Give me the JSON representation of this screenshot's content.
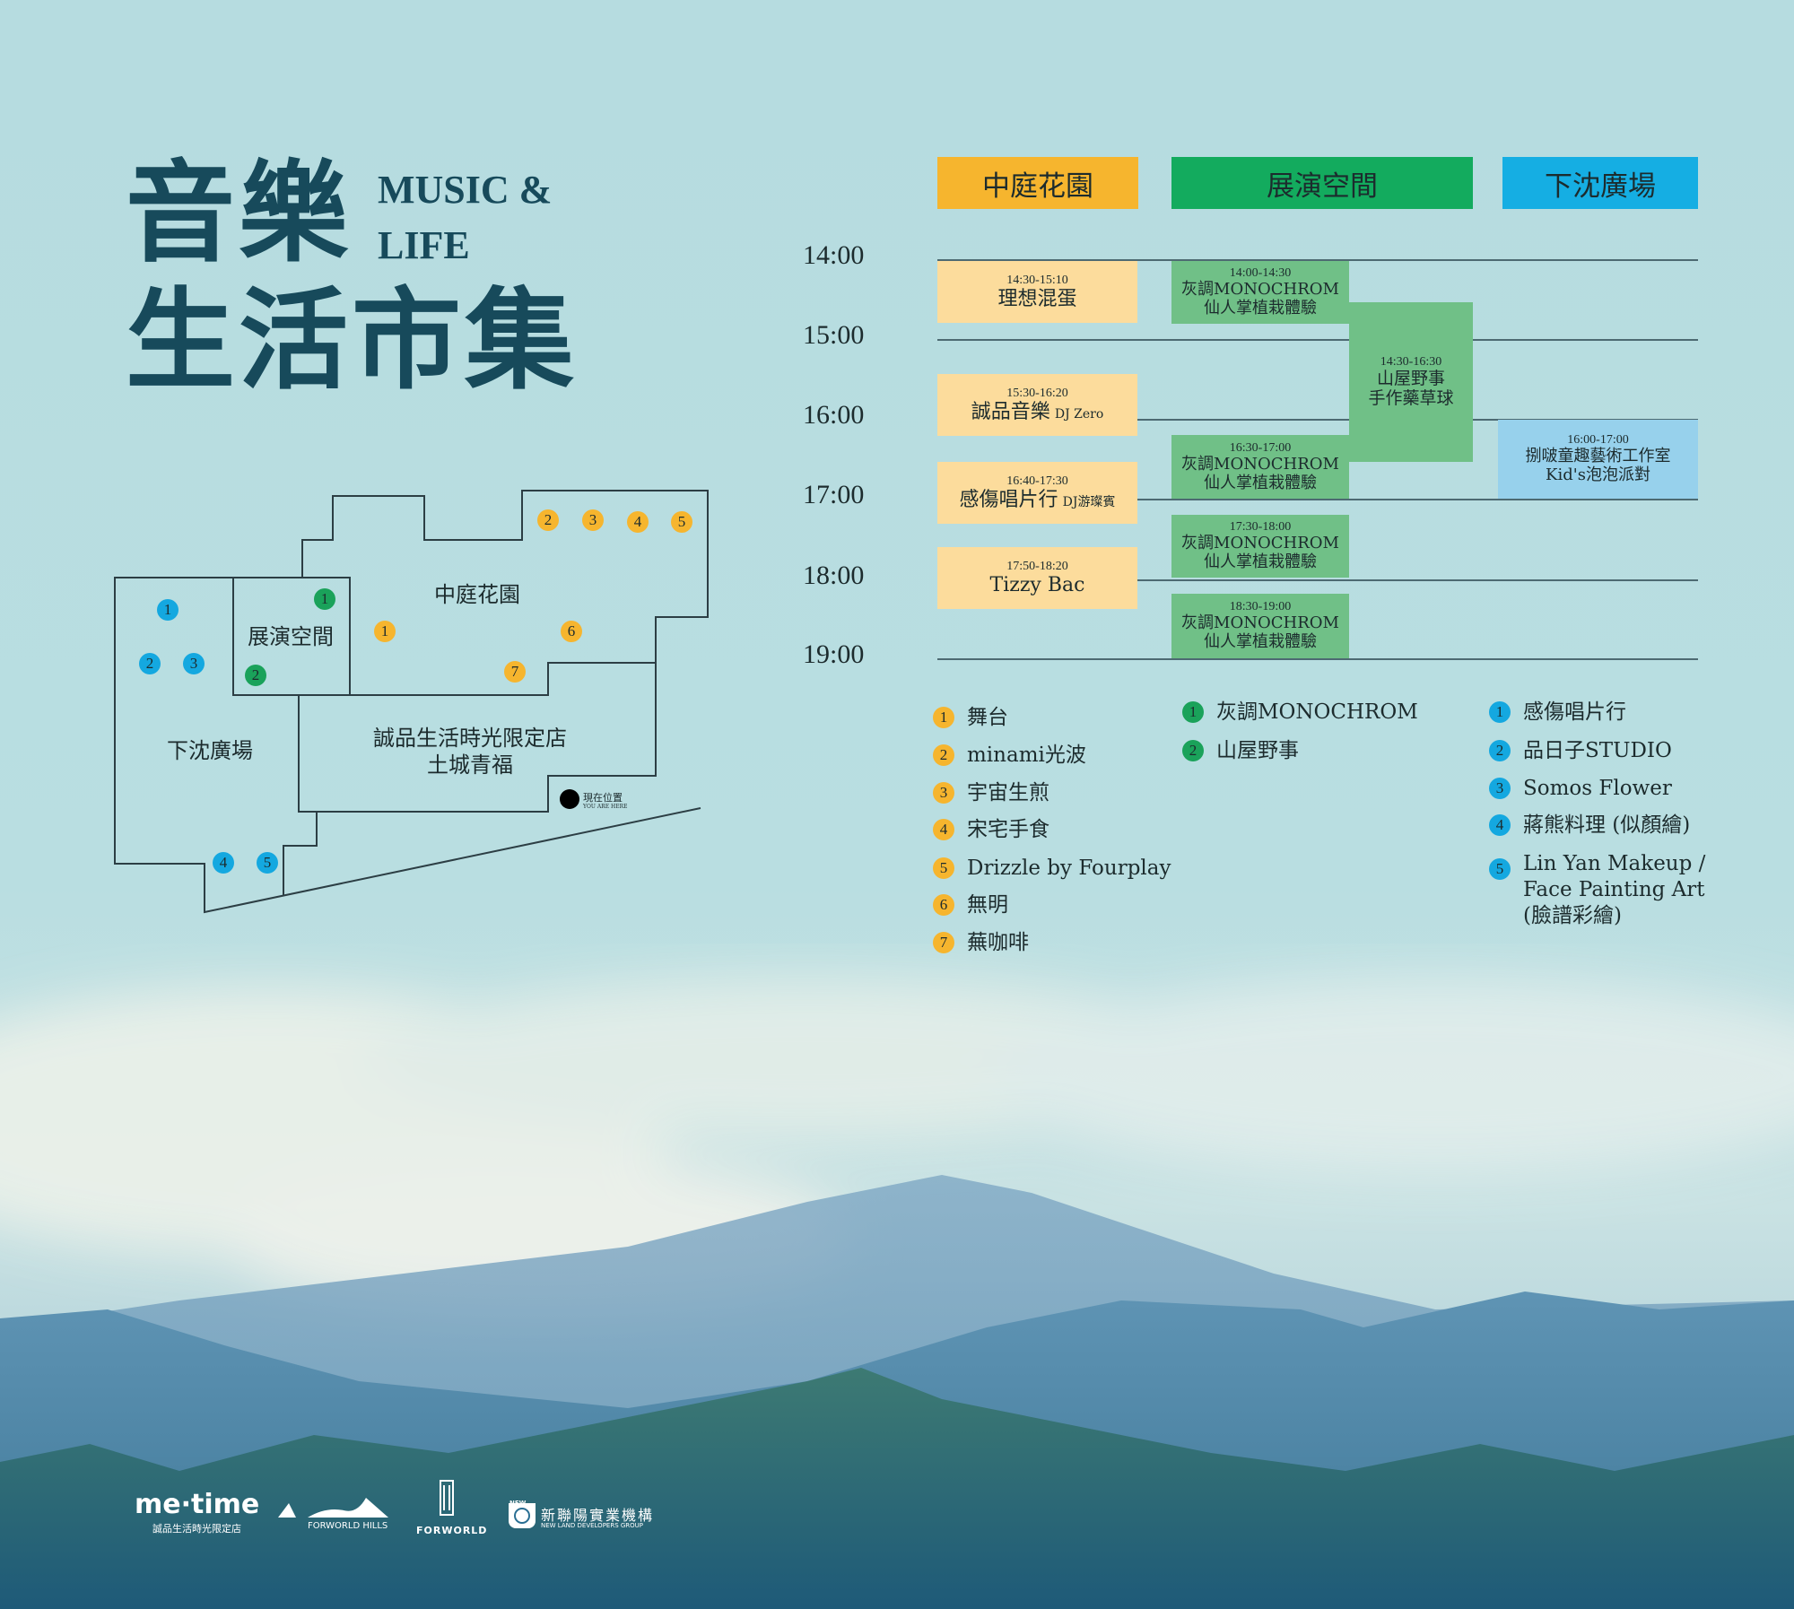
{
  "title": {
    "zh_line1": "音樂",
    "zh_line2": "生活市集",
    "en_line1": "MUSIC &",
    "en_line2": "LIFE"
  },
  "venues": [
    "中庭花園",
    "展演空間",
    "下沈廣場"
  ],
  "colors": {
    "yellow": "#f6b52e",
    "green": "#1aa25a",
    "blue": "#14a8e0",
    "yellow_block": "#fcdc9c",
    "green_block": "#70c087",
    "blue_block": "#97d1ec"
  },
  "times": [
    "14:00",
    "15:00",
    "16:00",
    "17:00",
    "18:00",
    "19:00"
  ],
  "schedule": {
    "courtyard": [
      {
        "time": "14:30-15:10",
        "title": "理想混蛋",
        "sub": ""
      },
      {
        "time": "15:30-16:20",
        "title": "誠品音樂",
        "sub": "DJ Zero"
      },
      {
        "time": "16:40-17:30",
        "title": "感傷唱片行",
        "sub": "DJ游璨賓"
      },
      {
        "time": "17:50-18:20",
        "title": "Tizzy Bac",
        "sub": ""
      }
    ],
    "exhibition": [
      {
        "time": "14:00-14:30",
        "title": "灰調MONOCHROM",
        "title2": "仙人掌植栽體驗"
      },
      {
        "time": "16:30-17:00",
        "title": "灰調MONOCHROM",
        "title2": "仙人掌植栽體驗"
      },
      {
        "time": "17:30-18:00",
        "title": "灰調MONOCHROM",
        "title2": "仙人掌植栽體驗"
      },
      {
        "time": "18:30-19:00",
        "title": "灰調MONOCHROM",
        "title2": "仙人掌植栽體驗"
      },
      {
        "time": "14:30-16:30",
        "title": "山屋野事",
        "title2": "手作藥草球"
      }
    ],
    "plaza": [
      {
        "time": "16:00-17:00",
        "title": "捌啵童趣藝術工作室",
        "title2": "Kid's泡泡派對"
      }
    ]
  },
  "legend": {
    "yellow": [
      {
        "n": "1",
        "label": "舞台"
      },
      {
        "n": "2",
        "label": "minami光波"
      },
      {
        "n": "3",
        "label": "宇宙生煎"
      },
      {
        "n": "4",
        "label": "宋宅手食"
      },
      {
        "n": "5",
        "label": "Drizzle by Fourplay"
      },
      {
        "n": "6",
        "label": "無明"
      },
      {
        "n": "7",
        "label": "蕪咖啡"
      }
    ],
    "green": [
      {
        "n": "1",
        "label": "灰調MONOCHROM"
      },
      {
        "n": "2",
        "label": "山屋野事"
      }
    ],
    "blue": [
      {
        "n": "1",
        "label": "感傷唱片行"
      },
      {
        "n": "2",
        "label": "品日子STUDIO"
      },
      {
        "n": "3",
        "label": "Somos Flower"
      },
      {
        "n": "4",
        "label": "蔣熊料理 (似顏繪)"
      },
      {
        "n": "5",
        "label": "Lin Yan Makeup /",
        "label2": "Face Painting Art",
        "label3": "(臉譜彩繪)"
      }
    ]
  },
  "map": {
    "courtyard": "中庭花園",
    "exhibition": "展演空間",
    "plaza": "下沈廣場",
    "store_line1": "誠品生活時光限定店",
    "store_line2": "土城青福",
    "here_zh": "現在位置",
    "here_en": "YOU ARE HERE"
  },
  "logos": {
    "metime": "me·time",
    "metime_sub": "誠品生活時光限定店",
    "hills": "FORWORLD HILLS",
    "forworld": "FORWORLD",
    "newland_zh": "新聯陽實業機構",
    "newland_en": "NEW LAND DEVELOPERS GROUP",
    "newland_badge": "NEW"
  }
}
